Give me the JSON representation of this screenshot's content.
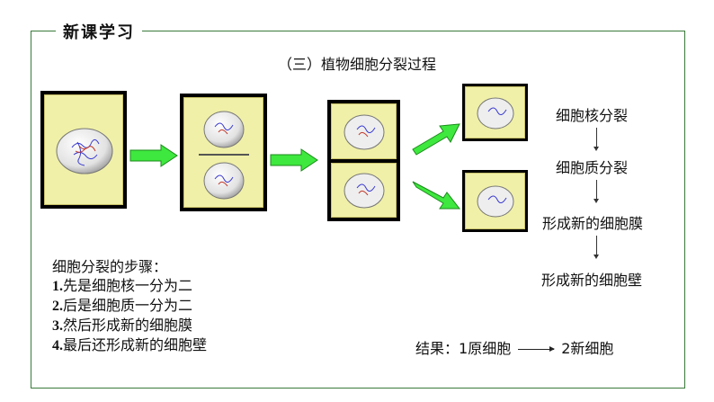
{
  "section_label": "新课学习",
  "title": "（三）植物细胞分裂过程",
  "process_steps": [
    "细胞核分裂",
    "细胞质分裂",
    "形成新的细胞膜",
    "形成新的细胞壁"
  ],
  "steps_heading": "细胞分裂的步骤：",
  "steps": [
    {
      "num": "1.",
      "text": "先是细胞核一分为二"
    },
    {
      "num": "2.",
      "text": "后是细胞质一分为二"
    },
    {
      "num": "3.",
      "text": "然后形成新的细胞膜"
    },
    {
      "num": "4.",
      "text": "最后还形成新的细胞壁"
    }
  ],
  "result": {
    "label": "结果：",
    "from": "1原细胞",
    "to": "2新细胞"
  },
  "colors": {
    "cell_fill": "#f0f0a8",
    "arrow_green": "#3ee83e",
    "frame": "#3a7a3a"
  }
}
